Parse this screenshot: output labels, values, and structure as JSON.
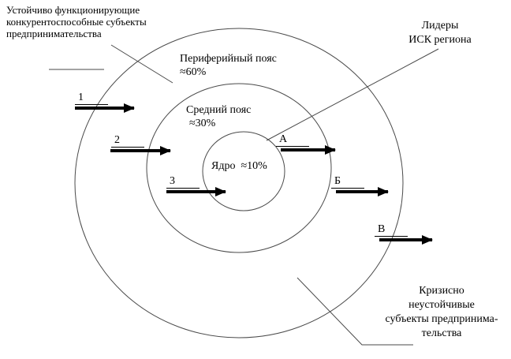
{
  "diagram": {
    "top_left_note": {
      "lines": [
        "Устойчиво функционирующие",
        "конкурентоспособные субъекты",
        "предпринимательства"
      ]
    },
    "top_right_note": {
      "lines": [
        "Лидеры",
        "ИСК региона"
      ]
    },
    "bottom_right_note": {
      "lines": [
        "Кризисно",
        "неустойчивые",
        "субъекты предпринима-",
        "тельства"
      ]
    },
    "rings": {
      "peripheral": {
        "name": "Периферийный пояс",
        "share": "≈60%"
      },
      "middle": {
        "name": "Средний пояс",
        "share": "≈30%"
      },
      "core": {
        "label": "Ядро  ≈10%"
      }
    },
    "inflow_labels": [
      "1",
      "2",
      "3"
    ],
    "outflow_labels": [
      "А",
      "Б",
      "В"
    ],
    "colors": {
      "background": "#ffffff",
      "ring_stroke": "#4a4a4a",
      "callout_stroke": "#4a4a4a",
      "arrow": "#000000",
      "text": "#000000"
    }
  }
}
